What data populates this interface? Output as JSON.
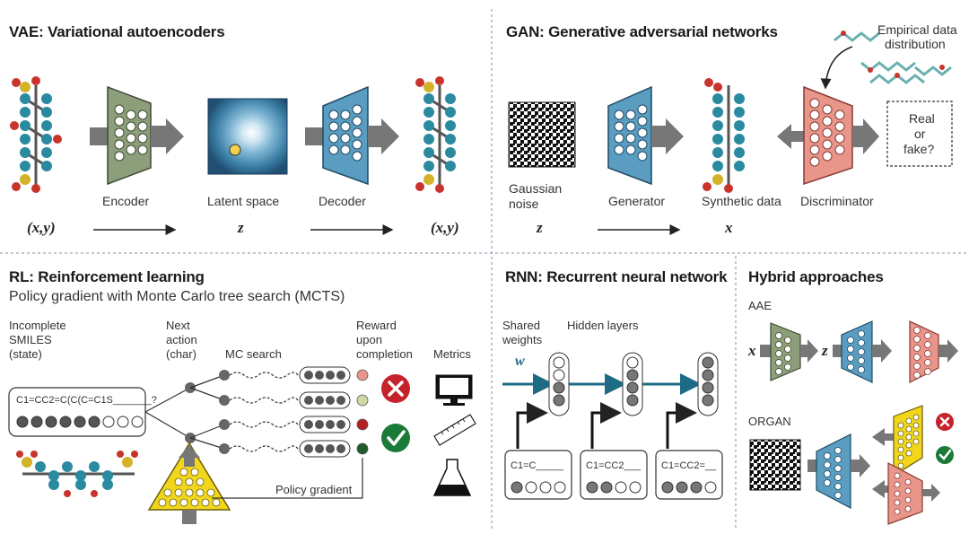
{
  "vae": {
    "title": "VAE: Variational autoencoders",
    "encoder": "Encoder",
    "latent": "Latent space",
    "decoder": "Decoder",
    "var_in": "(x,y)",
    "var_z": "z",
    "var_out": "(x,y)"
  },
  "gan": {
    "title": "GAN: Generative adversarial networks",
    "empirical_1": "Empirical data",
    "empirical_2": "distribution",
    "noise_1": "Gaussian",
    "noise_2": "noise",
    "generator": "Generator",
    "synthetic": "Synthetic data",
    "discriminator": "Discriminator",
    "real_1": "Real",
    "real_2": "or",
    "real_3": "fake?",
    "var_z": "z",
    "var_x": "x"
  },
  "rl": {
    "title": "RL: Reinforcement learning",
    "subtitle": "Policy gradient with Monte Carlo tree search (MCTS)",
    "incomplete_1": "Incomplete",
    "incomplete_2": "SMILES",
    "incomplete_3": "(state)",
    "next_1": "Next",
    "next_2": "action",
    "next_3": "(char)",
    "mc": "MC search",
    "reward_1": "Reward",
    "reward_2": "upon",
    "reward_3": "completion",
    "metrics": "Metrics",
    "smiles": "C1=CC2=C(C(C=C1S_______?",
    "policy": "Policy gradient"
  },
  "rnn": {
    "title": "RNN: Recurrent neural network",
    "shared_1": "Shared",
    "shared_2": "weights",
    "w": "w",
    "hidden": "Hidden layers",
    "s1": "C1=C_____",
    "s2": "C1=CC2___",
    "s3": "C1=CC2=__"
  },
  "hybrid": {
    "title": "Hybrid approaches",
    "aae": "AAE",
    "x": "x",
    "z": "z",
    "organ": "ORGAN"
  },
  "colors": {
    "encoder": "#8c9e7a",
    "decoder": "#5b9dc0",
    "discriminator": "#e8958a",
    "yellow": "#f2d61c",
    "arrow": "#707070",
    "teal": "#1e6b86",
    "red": "#c6222b",
    "green": "#1a7a38"
  }
}
